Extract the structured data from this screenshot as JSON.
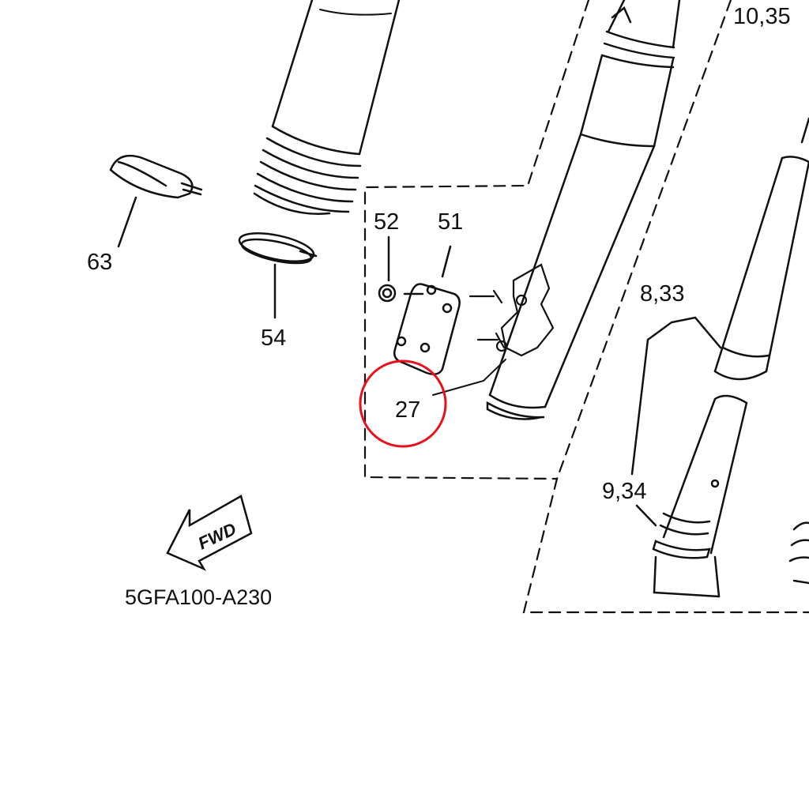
{
  "diagram": {
    "part_labels": {
      "p10_35": "10,35",
      "p52": "52",
      "p51": "51",
      "p63": "63",
      "p54": "54",
      "p8_33": "8,33",
      "p27": "27",
      "p9_34": "9,34"
    },
    "fwd_arrow": "FWD",
    "diagram_code": "5GFA100-A230",
    "highlight_color": "#e8101a",
    "highlighted_part": "27"
  }
}
